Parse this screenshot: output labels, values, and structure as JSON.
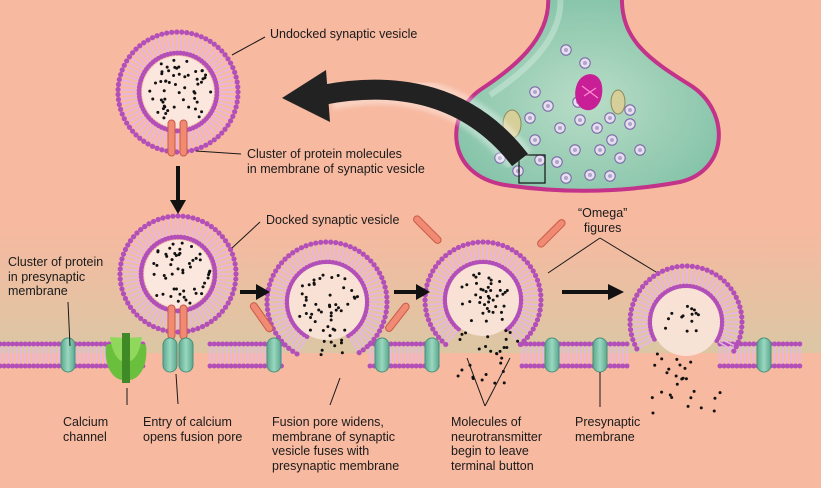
{
  "colors": {
    "background": "#f7b9a0",
    "membrane_head": "#b24fb8",
    "membrane_tail": "#e7b6e8",
    "protein": "#f08a72",
    "channel": "#77bfa6",
    "calcium_channel": "#6abf3c",
    "terminal_fill": "#93d0b6",
    "terminal_outline": "#c02c88",
    "arrow": "#111111"
  },
  "labels": {
    "undocked": "Undocked synaptic vesicle",
    "cluster_vesicle": "Cluster of protein molecules\nin membrane of synaptic vesicle",
    "docked": "Docked synaptic vesicle",
    "omega": "“Omega”\nfigures",
    "cluster_presynaptic": "Cluster of protein\nin presynaptic\nmembrane",
    "calcium_channel": "Calcium\nchannel",
    "entry_calcium": "Entry of calcium\nopens fusion pore",
    "fusion_pore": "Fusion pore widens,\nmembrane of synaptic\nvesicle fuses with\npresynaptic membrane",
    "molecules": "Molecules of\nneurotransmitter\nbegin to leave\nterminal button",
    "presynaptic": "Presynaptic\nmembrane"
  },
  "icons": [
    "synaptic-vesicle-icon",
    "protein-cluster-icon",
    "calcium-channel-icon",
    "neurotransmitter-dot-icon",
    "terminal-button-icon"
  ]
}
